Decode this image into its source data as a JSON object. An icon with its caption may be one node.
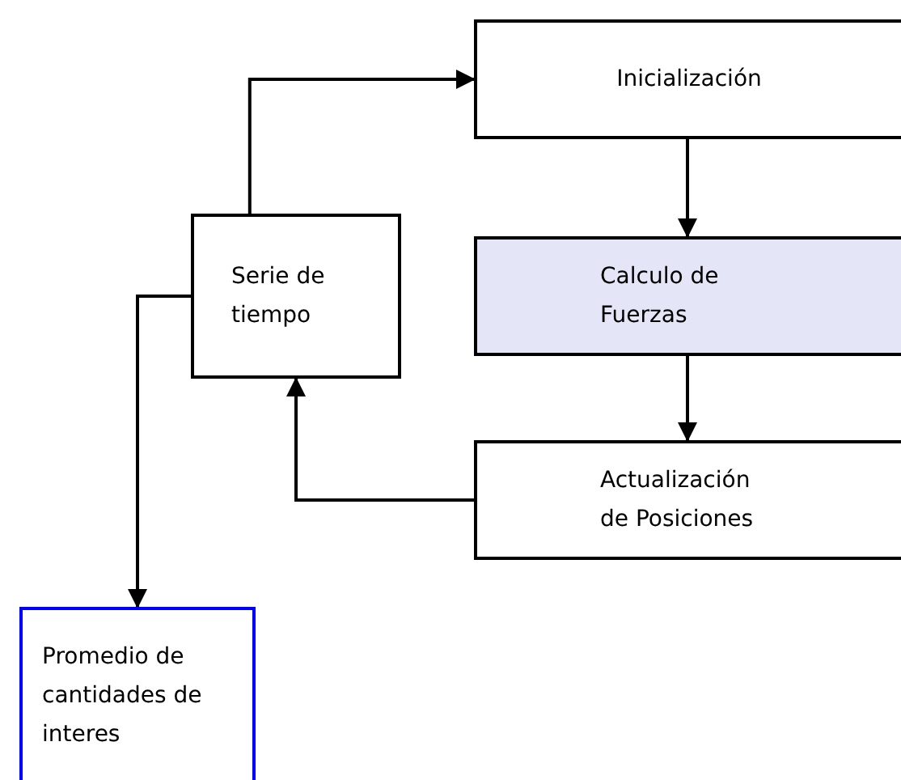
{
  "diagram": {
    "nodes": [
      {
        "text": [
          "Inicialización"
        ]
      },
      {
        "text": [
          "Calculo de Fuerzas"
        ]
      },
      {
        "text": [
          "Serie de tiempo"
        ]
      },
      {
        "text": [
          "Actualización de Posiciones"
        ]
      },
      {
        "text": [
          "Promedio de cantidades de interes"
        ]
      }
    ],
    "edges": [
      {
        "from": 2,
        "to": 0,
        "arrow": "to"
      },
      {
        "from": 0,
        "to": 1,
        "arrow": "to"
      },
      {
        "from": 1,
        "to": 3,
        "arrow": "to"
      },
      {
        "from": 3,
        "to": 2,
        "arrow": "to"
      },
      {
        "from": 2,
        "to": 4,
        "arrow": "to"
      }
    ]
  }
}
